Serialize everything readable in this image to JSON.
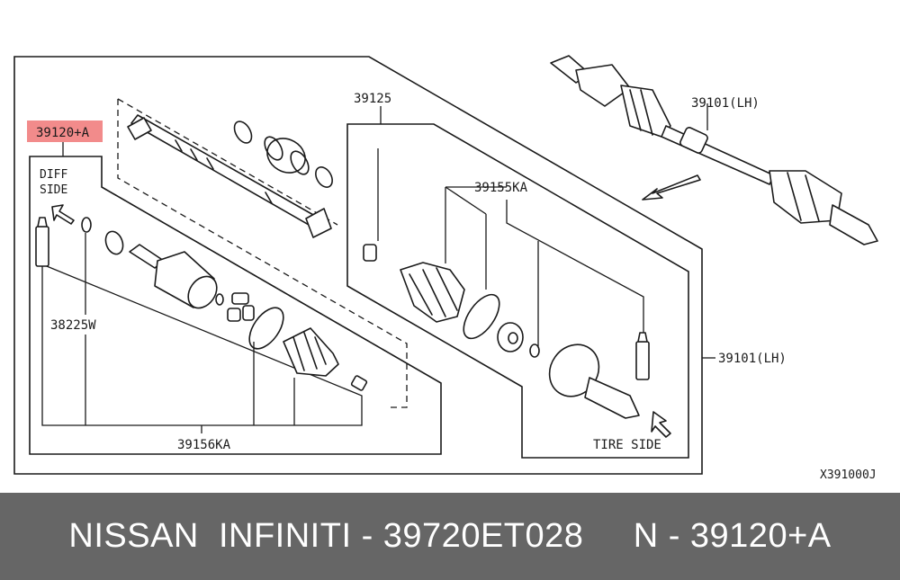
{
  "diagram": {
    "part_labels": {
      "highlighted": "39120+A",
      "diff_side_1": "DIFF",
      "diff_side_2": "SIDE",
      "label_39125": "39125",
      "label_39155ka": "39155KA",
      "label_39101_top": "39101(LH)",
      "label_39101_right": "39101(LH)",
      "label_38225w": "38225W",
      "label_39156ka": "39156KA",
      "tire_side": "TIRE SIDE",
      "figure_code": "X391000J"
    },
    "highlight_color": "#f28b8b"
  },
  "footer": {
    "caption": "NISSAN  INFINITI - 39720ET028     N - 39120+A",
    "background_color": "#666666"
  }
}
